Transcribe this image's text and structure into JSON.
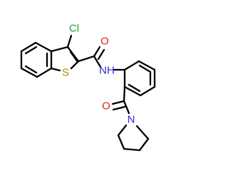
{
  "atom_labels": {
    "chlorine": "Cl",
    "sulfur": "S",
    "amide_nh": "NH",
    "amide_oxygen": "O",
    "ketone_oxygen": "O",
    "piperidine_nitrogen": "N"
  },
  "colors": {
    "bond": "#000000",
    "chlorine": "#2e9b2e",
    "sulfur": "#b28a00",
    "oxygen": "#e0200b",
    "nitrogen": "#2b2bd8",
    "background": "#ffffff"
  }
}
